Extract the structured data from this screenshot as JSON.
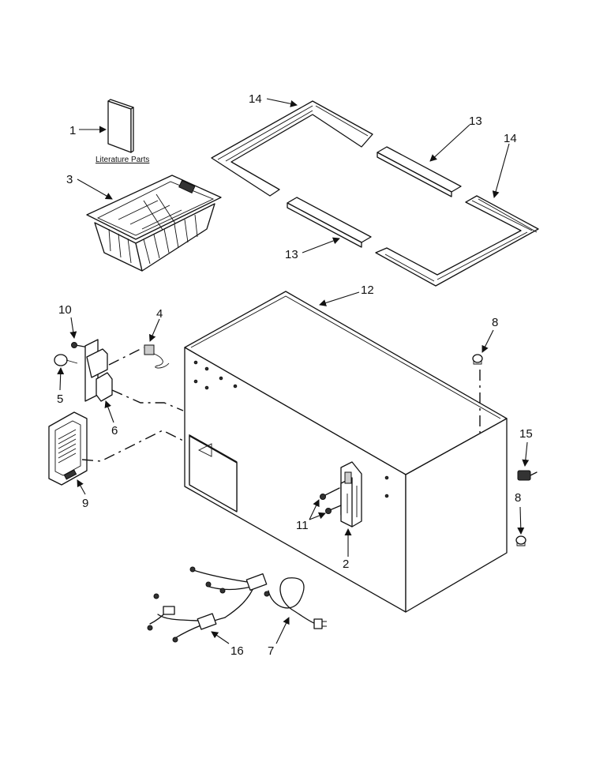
{
  "literature_label": "Literature Parts",
  "callouts": {
    "c1": "1",
    "c2": "2",
    "c3": "3",
    "c4": "4",
    "c5": "5",
    "c6": "6",
    "c7": "7",
    "c8a": "8",
    "c8b": "8",
    "c9": "9",
    "c10": "10",
    "c11": "11",
    "c12": "12",
    "c13a": "13",
    "c13b": "13",
    "c14a": "14",
    "c14b": "14",
    "c15": "15",
    "c16": "16"
  }
}
